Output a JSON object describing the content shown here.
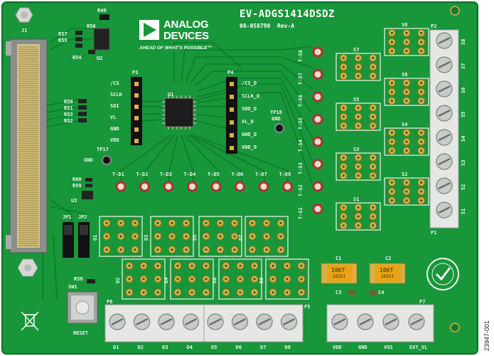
{
  "board": {
    "title": "EV-ADGS1414DSDZ",
    "part_number": "08-058790",
    "revision": "Rev-A",
    "brand_line1": "ANALOG",
    "brand_line2": "DEVICES",
    "tagline": "AHEAD OF WHAT'S POSSIBLE™",
    "figure_id": "23947-001"
  },
  "colors": {
    "pcb": "#17963a",
    "pcb_dark": "#0f7a2c",
    "silk": "#f2f7f0",
    "pad_gold": "#d8b04a",
    "terminal_block": "#e4e7e4",
    "capacitor": "#e8a317"
  },
  "labels": {
    "j1": "J1",
    "r49": "R49",
    "r56": "R56",
    "r57": "R57",
    "r55": "R55",
    "u2": "U2",
    "r54": "R54",
    "r50": "R50",
    "r51": "R51",
    "r53": "R53",
    "r52": "R52",
    "p3": "P3",
    "p4": "P4",
    "u1": "U1",
    "tp18": "TP18",
    "gnd_tp18": "GND",
    "tp17": "TP17",
    "gnd_tp17": "GND",
    "r60": "R60",
    "r59": "R59",
    "u3": "U3",
    "jp1": "JP1",
    "jp2": "JP2",
    "sw1": "SW1",
    "r58": "R58",
    "reset": "RESET",
    "p1": "P1",
    "p2": "P2",
    "p5": "P5",
    "p6": "P6",
    "p7": "P7",
    "c1": "C1",
    "c2": "C2",
    "c3": "C3",
    "c4": "C4",
    "cap_marking": "106T",
    "cap_code": "16551"
  },
  "header_p3": [
    "/CS",
    "SCLK",
    "SDI",
    "VL",
    "GND",
    "VDD"
  ],
  "header_p4": [
    "/CS_D",
    "SCLK_D",
    "SDO_D",
    "VL_D",
    "GND_D",
    "VDD_D"
  ],
  "test_points_bottom": [
    "T-D1",
    "T-D2",
    "T-D3",
    "T-D4",
    "T-D5",
    "T-D6",
    "T-D7",
    "T-D8"
  ],
  "test_points_side": [
    "T-S8",
    "T-S7",
    "T-S6",
    "T-S5",
    "T-S4",
    "T-S3",
    "T-S2",
    "T-S1"
  ],
  "switch_blocks": [
    "S8",
    "S7",
    "S6",
    "S5",
    "S4",
    "S3",
    "S2",
    "S1"
  ],
  "drain_blocks": [
    "D1",
    "D2",
    "D3",
    "D4",
    "D5",
    "D6",
    "D7",
    "D8"
  ],
  "p2_terminals": [
    "S8",
    "S7",
    "S6",
    "S5",
    "S4",
    "S3",
    "S2",
    "S1"
  ],
  "terminals_d": [
    "D1",
    "D2",
    "D3",
    "D4",
    "D5",
    "D6",
    "D7",
    "D8"
  ],
  "terminals_power": [
    "VDD",
    "GND",
    "VSS",
    "EXT_VL"
  ]
}
